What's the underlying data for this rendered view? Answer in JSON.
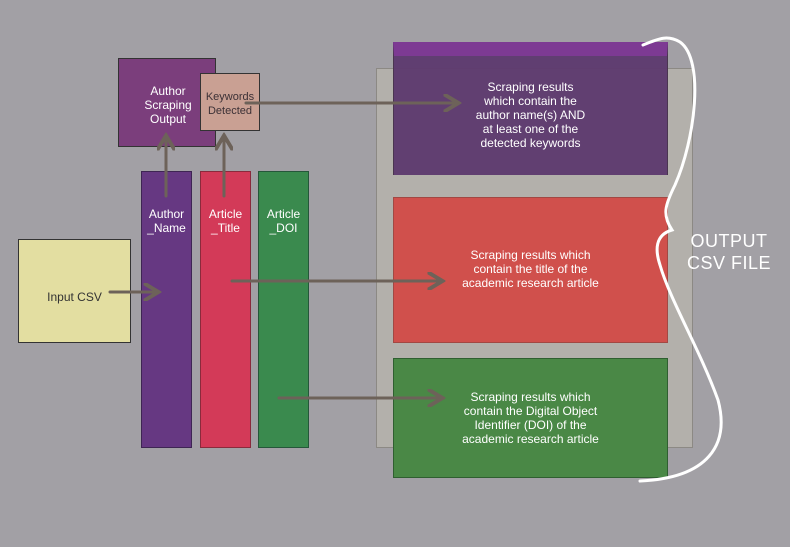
{
  "input": {
    "label": "Input CSV"
  },
  "columns": {
    "author_name": "Author\n_Name",
    "article_title": "Article\n_Title",
    "article_doi": "Article\n_DOI"
  },
  "author_scraping": {
    "label": "Author\nScraping\nOutput"
  },
  "keywords": {
    "label": "Keywords\nDetected"
  },
  "output": {
    "title": "OUTPUT\nCSV FILE",
    "results": [
      "Scraping results\nwhich contain the\nauthor name(s) AND\nat least one of the\ndetected keywords",
      "Scraping results which\ncontain the title of the\nacademic research article",
      "Scraping results which\ncontain the Digital Object\nIdentifier (DOI) of the\nacademic research article"
    ]
  },
  "colors": {
    "background": "#a2a0a5",
    "input": "#e3dea1",
    "author": "#663882",
    "title": "#d33a58",
    "doi": "#3a8a4e",
    "keywords": "#c9a093",
    "output_panel": "#b3b0ab",
    "arrow": "#6d6259"
  }
}
